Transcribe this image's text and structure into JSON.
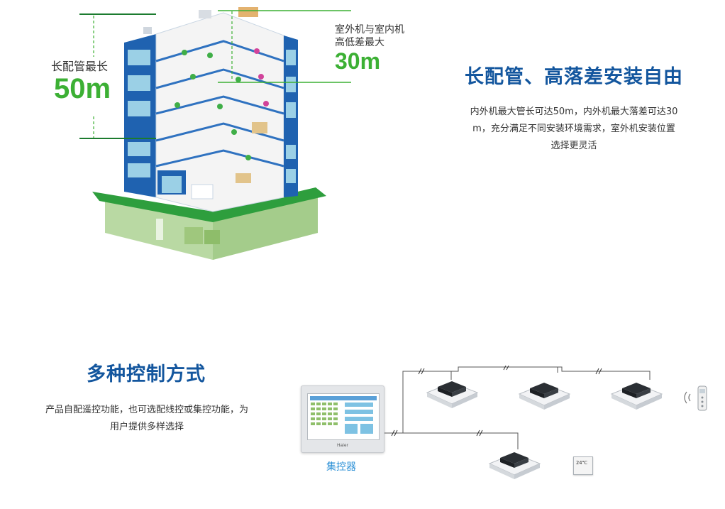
{
  "section1": {
    "left_label": "长配管最长",
    "left_value": "50m",
    "right_label_line1": "室外机与室内机",
    "right_label_line2": "高低差最大",
    "right_value": "30m",
    "title": "长配管、高落差安装自由",
    "desc_line1": "内外机最大管长可达50m，内外机最大落差可达30",
    "desc_line2": "m，充分满足不同安装环境需求，室外机安装位置",
    "desc_line3": "选择更灵活"
  },
  "section2": {
    "title": "多种控制方式",
    "desc_line1": "产品自配遥控功能，也可选配线控或集控功能，为",
    "desc_line2": "用户提供多样选择",
    "controller_caption": "集控器",
    "controller_brand": "Haier",
    "wired_display": "24℃"
  },
  "colors": {
    "brand_blue": "#13569e",
    "accent_green": "#3cb034",
    "caption_blue": "#2a8fd6",
    "building_blue": "#1f62b0",
    "lawn_green": "#2e9e3d"
  },
  "icons": {
    "building": "building-cutaway-illustration",
    "controller": "central-controller-panel",
    "ac_unit": "cassette-ac-unit",
    "remote": "remote-control-icon",
    "wired": "wired-controller-icon"
  }
}
